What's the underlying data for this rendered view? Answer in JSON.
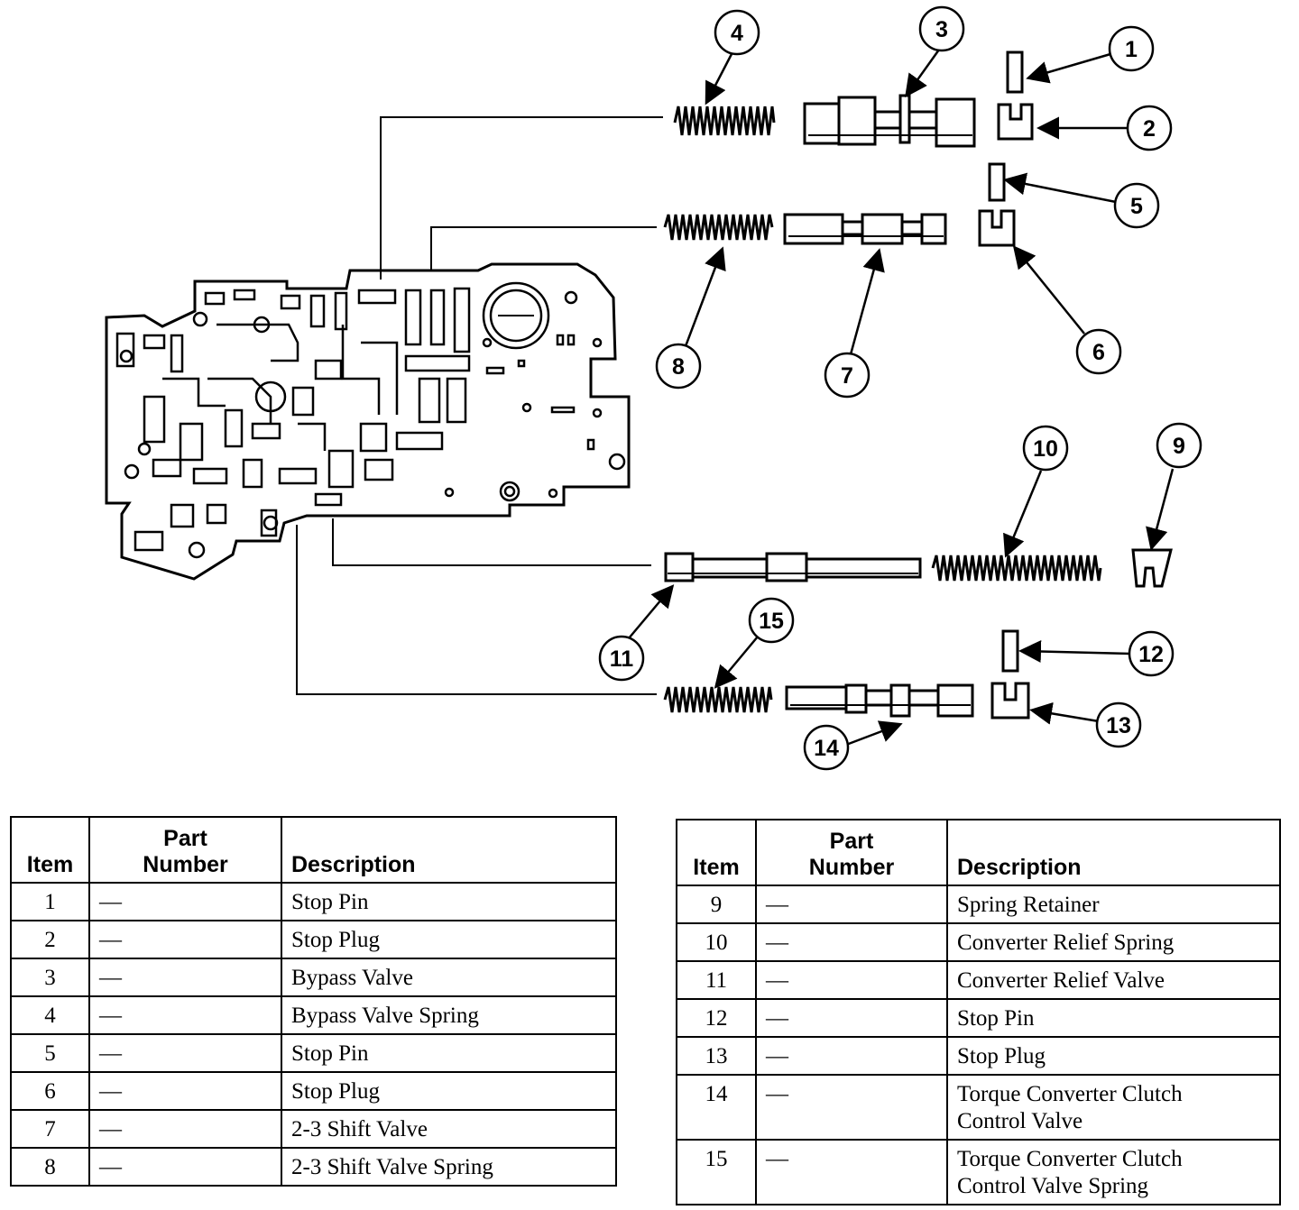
{
  "callouts": [
    "1",
    "2",
    "3",
    "4",
    "5",
    "6",
    "7",
    "8",
    "9",
    "10",
    "11",
    "12",
    "13",
    "14",
    "15"
  ],
  "tables": {
    "headers": {
      "item": "Item",
      "part_line1": "Part",
      "part_line2": "Number",
      "description": "Description"
    },
    "left": [
      {
        "item": "1",
        "part": "—",
        "desc": "Stop Pin"
      },
      {
        "item": "2",
        "part": "—",
        "desc": "Stop Plug"
      },
      {
        "item": "3",
        "part": "—",
        "desc": "Bypass Valve"
      },
      {
        "item": "4",
        "part": "—",
        "desc": "Bypass Valve Spring"
      },
      {
        "item": "5",
        "part": "—",
        "desc": "Stop Pin"
      },
      {
        "item": "6",
        "part": "—",
        "desc": "Stop Plug"
      },
      {
        "item": "7",
        "part": "—",
        "desc": "2-3 Shift Valve"
      },
      {
        "item": "8",
        "part": "—",
        "desc": "2-3 Shift Valve Spring"
      }
    ],
    "right": [
      {
        "item": "9",
        "part": "—",
        "desc": "Spring Retainer"
      },
      {
        "item": "10",
        "part": "—",
        "desc": "Converter Relief Spring"
      },
      {
        "item": "11",
        "part": "—",
        "desc": "Converter Relief Valve"
      },
      {
        "item": "12",
        "part": "—",
        "desc": "Stop Pin"
      },
      {
        "item": "13",
        "part": "—",
        "desc": "Stop Plug"
      },
      {
        "item": "14",
        "part": "—",
        "desc": "Torque Converter Clutch",
        "desc2": "Control Valve"
      },
      {
        "item": "15",
        "part": "—",
        "desc": "Torque Converter Clutch",
        "desc2": "Control Valve Spring"
      }
    ]
  }
}
